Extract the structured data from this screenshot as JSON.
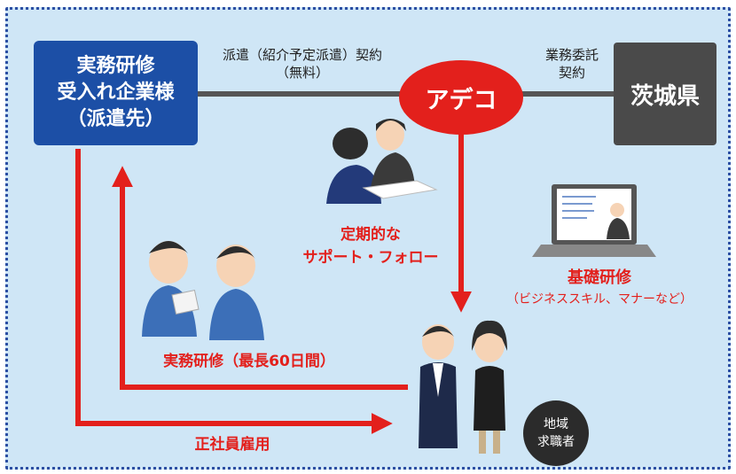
{
  "nodes": {
    "company": "実務研修\n受入れ企業様\n（派遣先）",
    "adeco": "アデコ",
    "ibaraki": "茨城県",
    "job_seekers": "地域\n求職者"
  },
  "edges": {
    "dispatch_contract": "派遣（紹介予定派遣）契約",
    "dispatch_fee": "（無料）",
    "consign_contract": "業務委託\n契約",
    "followup": "定期的な\nサポート・フォロー",
    "basic_training": "基礎研修",
    "basic_training_detail": "（ビジネススキル、マナーなど）",
    "practical_training": "実務研修（最長60日間）",
    "regular_employment": "正社員雇用"
  },
  "colors": {
    "navy": "#1c4fa6",
    "red": "#e3201c",
    "gray": "#4a4a4a",
    "panel": "#cfe6f6"
  }
}
